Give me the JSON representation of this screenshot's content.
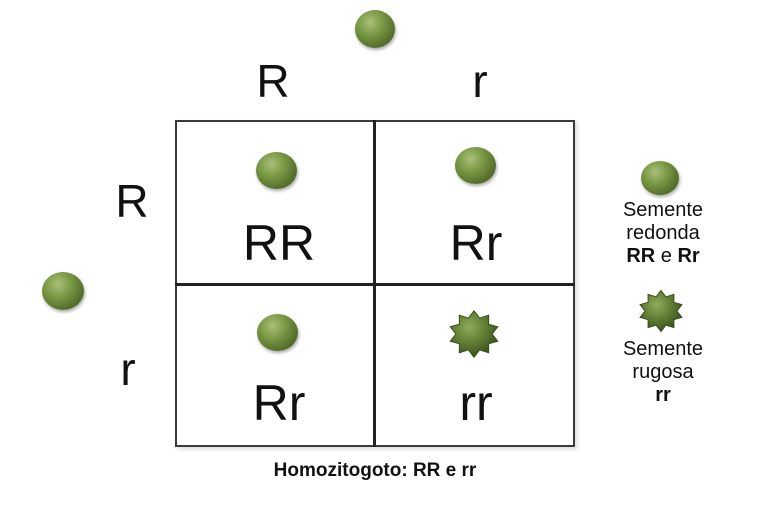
{
  "columns": [
    "R",
    "r"
  ],
  "rows": [
    "R",
    "r"
  ],
  "cells": [
    [
      "RR",
      "Rr"
    ],
    [
      "Rr",
      "rr"
    ]
  ],
  "legend": {
    "round_line1": "Semente",
    "round_line2": "redonda",
    "round_g1": "RR",
    "round_join": "e",
    "round_g2": "Rr",
    "wrinkled_line1": "Semente",
    "wrinkled_line2": "rugosa",
    "wrinkled_g": "rr"
  },
  "caption": "Homozitogoto: RR e rr",
  "colors": {
    "seed": "#6b8a3a",
    "grid_line": "#222222"
  },
  "icons": {
    "round_seed": "round-seed-icon",
    "wrinkled_seed": "wrinkled-seed-icon"
  }
}
